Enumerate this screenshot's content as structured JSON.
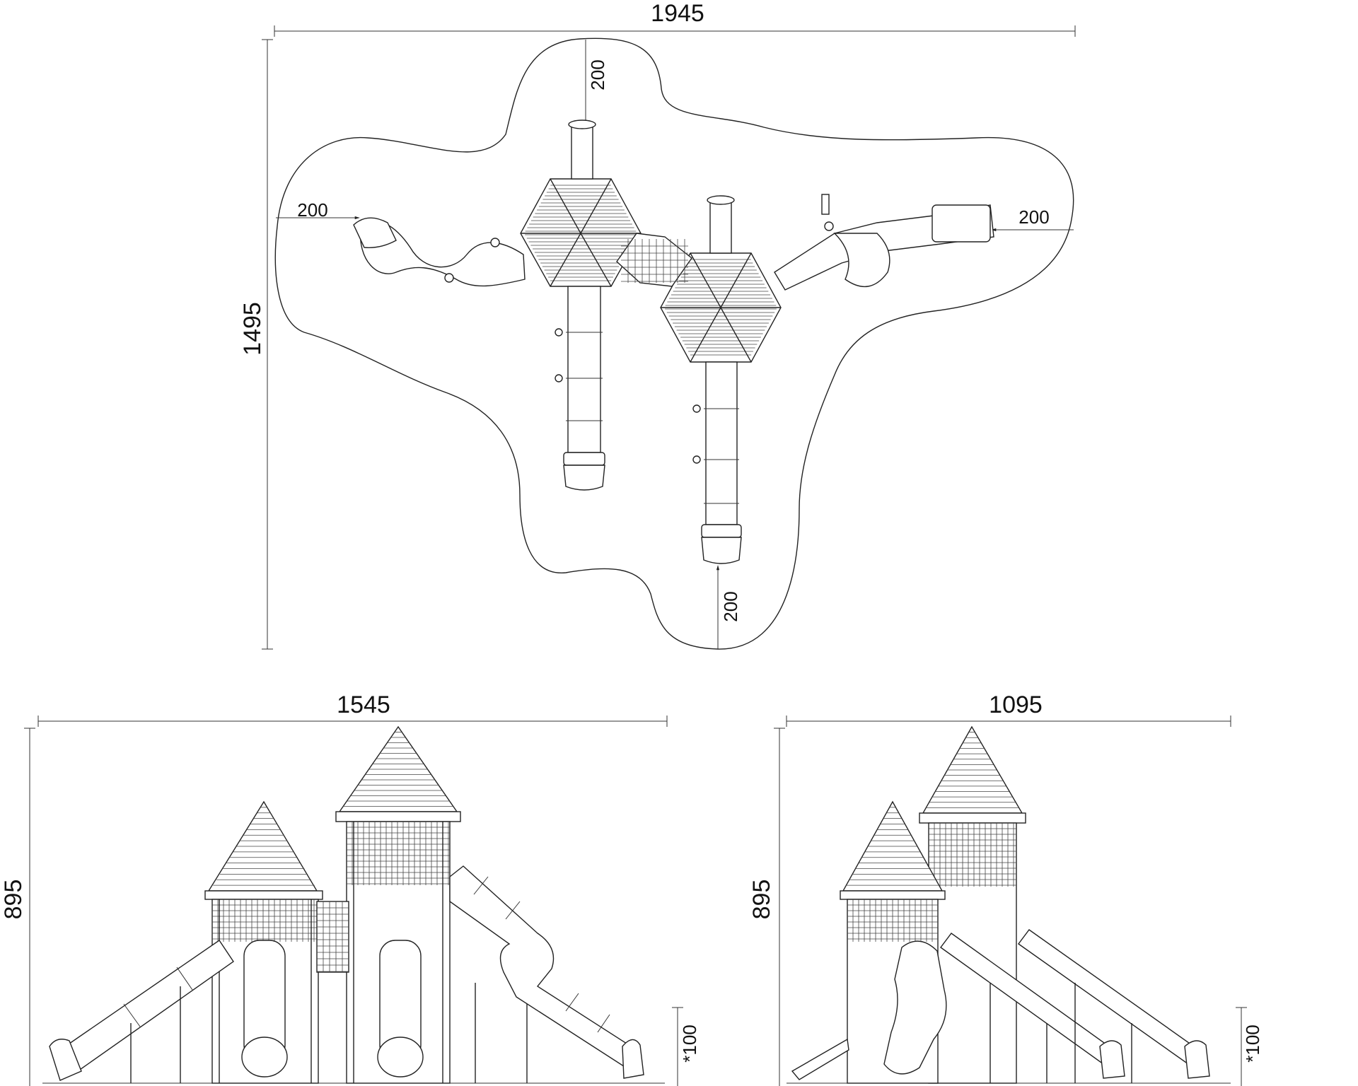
{
  "plan_view": {
    "width_dimension": "1945",
    "depth_dimension": "1495",
    "clearance_top": "200",
    "clearance_left": "200",
    "clearance_right": "200",
    "clearance_bottom": "200"
  },
  "front_view": {
    "width_dimension": "1545",
    "height_dimension": "895",
    "footing_note": "*100"
  },
  "side_view": {
    "width_dimension": "1095",
    "height_dimension": "895",
    "footing_note": "*100"
  }
}
